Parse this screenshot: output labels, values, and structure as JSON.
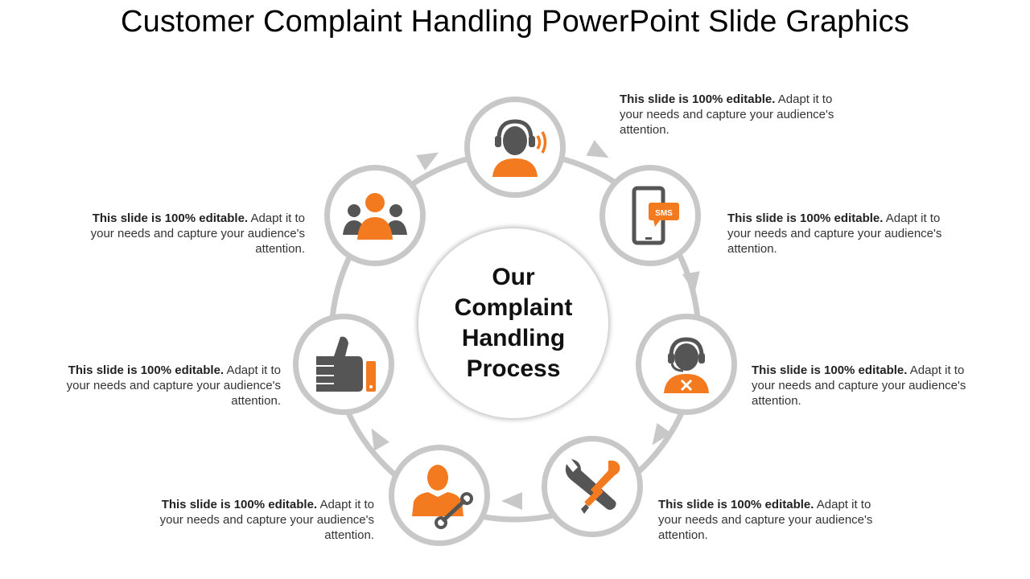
{
  "title": "Customer Complaint Handling PowerPoint Slide Graphics",
  "center_label": "Our Complaint Handling Process",
  "colors": {
    "accent": "#f47a20",
    "icon_dark": "#555555",
    "ring": "#c8c8c8"
  },
  "steps": [
    {
      "icon": "headset-user-icon",
      "bold": "This slide is 100% editable.",
      "text": " Adapt it to your needs and capture your audience's attention."
    },
    {
      "icon": "sms-phone-icon",
      "bold": "This slide is 100% editable.",
      "text": " Adapt it to your needs and capture your audience's attention."
    },
    {
      "icon": "support-agent-icon",
      "bold": "This slide is 100% editable.",
      "text": " Adapt it to your needs and capture your audience's attention."
    },
    {
      "icon": "tools-icon",
      "bold": "This slide is 100% editable.",
      "text": " Adapt it to your needs and capture your audience's attention."
    },
    {
      "icon": "technician-icon",
      "bold": "This slide is 100% editable.",
      "text": " Adapt it to your needs and capture your audience's attention."
    },
    {
      "icon": "thumbs-up-icon",
      "bold": "This slide is 100% editable.",
      "text": " Adapt it to your needs and capture your audience's attention."
    },
    {
      "icon": "customer-group-icon",
      "bold": "This slide is 100% editable.",
      "text": " Adapt it to your needs and capture your audience's attention."
    }
  ]
}
